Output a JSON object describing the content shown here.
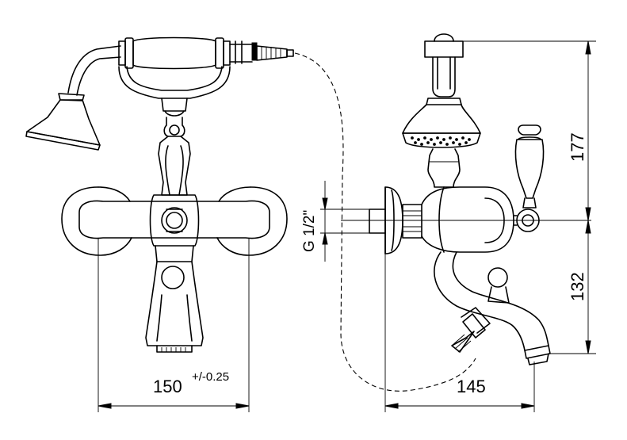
{
  "dimensions": {
    "front_width": {
      "value": "150",
      "tolerance": "+/-0.25"
    },
    "side_depth": {
      "value": "145"
    },
    "upper_height": {
      "value": "177"
    },
    "lower_height": {
      "value": "132"
    },
    "thread": {
      "value": "G 1/2\""
    }
  }
}
